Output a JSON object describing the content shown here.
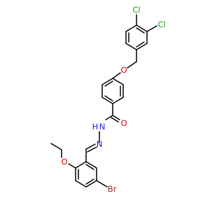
{
  "colors": {
    "carbon_bond": "#000000",
    "chlorine": "#1fa01f",
    "oxygen": "#e00000",
    "nitrogen": "#2020ff",
    "bromine": "#a52a2a",
    "background": "#ffffff"
  },
  "atoms": {
    "cl_upper": "Cl",
    "cl_lower": "Cl",
    "o_ether_top": "O",
    "o_carbonyl": "O",
    "nh": "H",
    "n_hydrazide": "N",
    "n_imine": "N",
    "o_ethoxy": "O",
    "br": "Br"
  }
}
